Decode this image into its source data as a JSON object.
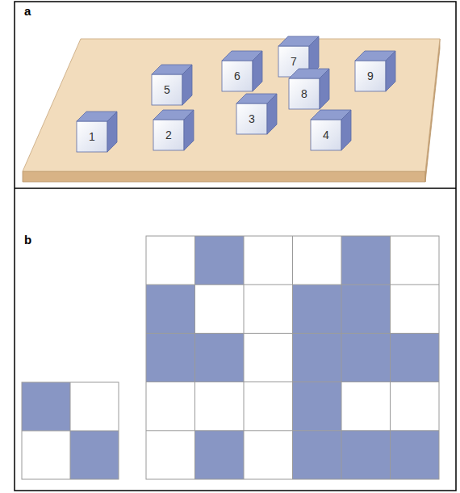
{
  "diagram": {
    "nodes": [
      {
        "text": [
          "1"
        ]
      },
      {
        "text": [
          "2"
        ]
      },
      {
        "text": [
          "3"
        ]
      },
      {
        "text": [
          "4"
        ]
      },
      {
        "text": [
          "5"
        ]
      },
      {
        "text": [
          "6"
        ]
      },
      {
        "text": [
          "7"
        ]
      },
      {
        "text": [
          "8"
        ]
      },
      {
        "text": [
          "9"
        ]
      }
    ],
    "labels": [
      "a",
      "b"
    ]
  }
}
